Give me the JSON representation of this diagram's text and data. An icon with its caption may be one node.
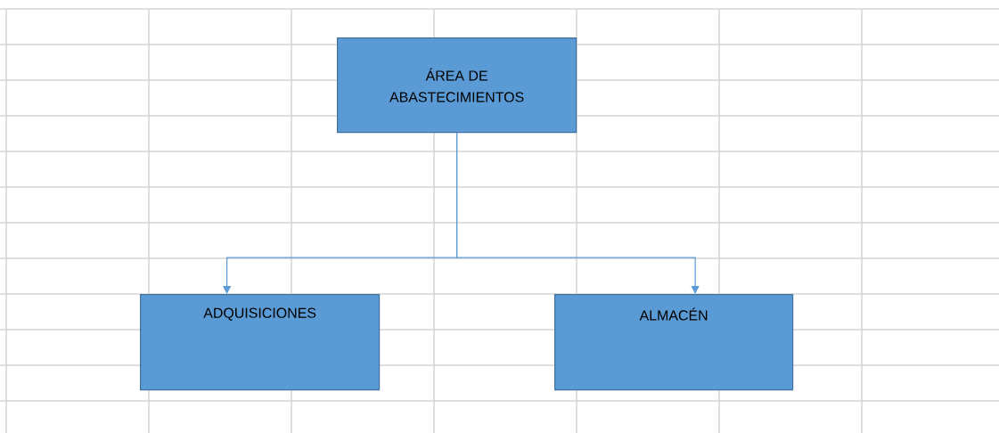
{
  "diagram": {
    "nodes": [
      {
        "text": [
          "ÁREA DE ABASTECIMIENTOS"
        ]
      },
      {
        "text": [
          "ADQUISICIONES"
        ]
      },
      {
        "text": [
          "ALMACÉN"
        ]
      }
    ],
    "edges": [
      {
        "from": 0,
        "to": 1,
        "arrow": "to"
      },
      {
        "from": 0,
        "to": 2,
        "arrow": "to"
      }
    ]
  }
}
